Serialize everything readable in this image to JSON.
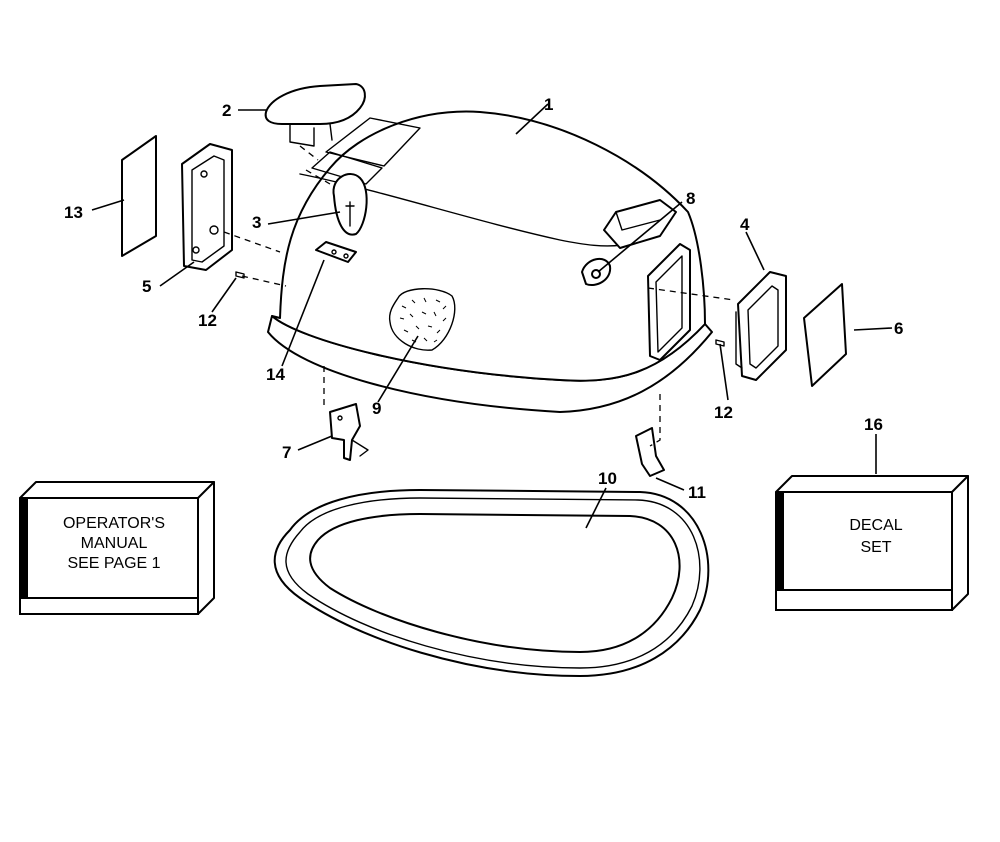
{
  "callouts": {
    "c1": "1",
    "c2": "2",
    "c3": "3",
    "c4": "4",
    "c5": "5",
    "c6": "6",
    "c7": "7",
    "c8": "8",
    "c9": "9",
    "c10": "10",
    "c11": "11",
    "c12a": "12",
    "c12b": "12",
    "c13": "13",
    "c14": "14",
    "c16": "16"
  },
  "boxes": {
    "manual": [
      "OPERATOR'S",
      "MANUAL",
      "SEE PAGE 1"
    ],
    "decal": [
      "DECAL",
      "SET"
    ]
  }
}
